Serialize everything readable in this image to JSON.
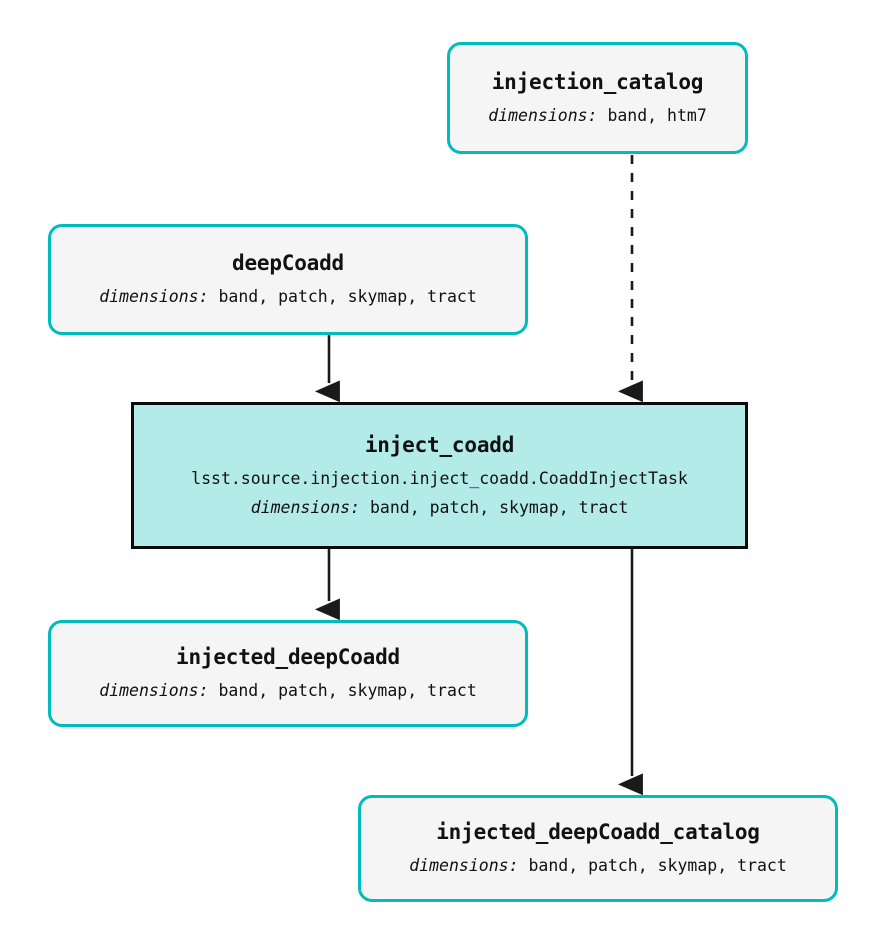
{
  "diagram": {
    "kind": "pipeline-graph",
    "background_color": "#ffffff",
    "dataset_border_color": "#00bcbc",
    "dataset_fill_color": "#f5f5f5",
    "task_border_color": "#0a0a0a",
    "task_fill_color": "#b3ebe8",
    "edge_color": "#1a1a1a",
    "dimensions_label": "dimensions:"
  },
  "nodes": [
    {
      "id": "injection_catalog",
      "type": "dataset",
      "title": "injection_catalog",
      "dims_label": "dimensions:",
      "dims_values": "band, htm7"
    },
    {
      "id": "deepCoadd",
      "type": "dataset",
      "title": "deepCoadd",
      "dims_label": "dimensions:",
      "dims_values": "band, patch, skymap, tract"
    },
    {
      "id": "inject_coadd",
      "type": "task",
      "title": "inject_coadd",
      "class_path": "lsst.source.injection.inject_coadd.CoaddInjectTask",
      "dims_label": "dimensions:",
      "dims_values": "band, patch, skymap, tract"
    },
    {
      "id": "injected_deepCoadd",
      "type": "dataset",
      "title": "injected_deepCoadd",
      "dims_label": "dimensions:",
      "dims_values": "band, patch, skymap, tract"
    },
    {
      "id": "injected_deepCoadd_catalog",
      "type": "dataset",
      "title": "injected_deepCoadd_catalog",
      "dims_label": "dimensions:",
      "dims_values": "band, patch, skymap, tract"
    }
  ],
  "edges": [
    {
      "id": "edge-injection-catalog-to-inject-coadd",
      "from": "injection_catalog",
      "to": "inject_coadd",
      "style": "dashed"
    },
    {
      "id": "edge-deepcoadd-to-inject-coadd",
      "from": "deepCoadd",
      "to": "inject_coadd",
      "style": "solid"
    },
    {
      "id": "edge-inject-coadd-to-injected-deepcoadd",
      "from": "inject_coadd",
      "to": "injected_deepCoadd",
      "style": "solid"
    },
    {
      "id": "edge-inject-coadd-to-injected-deepcoadd-catalog",
      "from": "inject_coadd",
      "to": "injected_deepCoadd_catalog",
      "style": "solid"
    }
  ]
}
